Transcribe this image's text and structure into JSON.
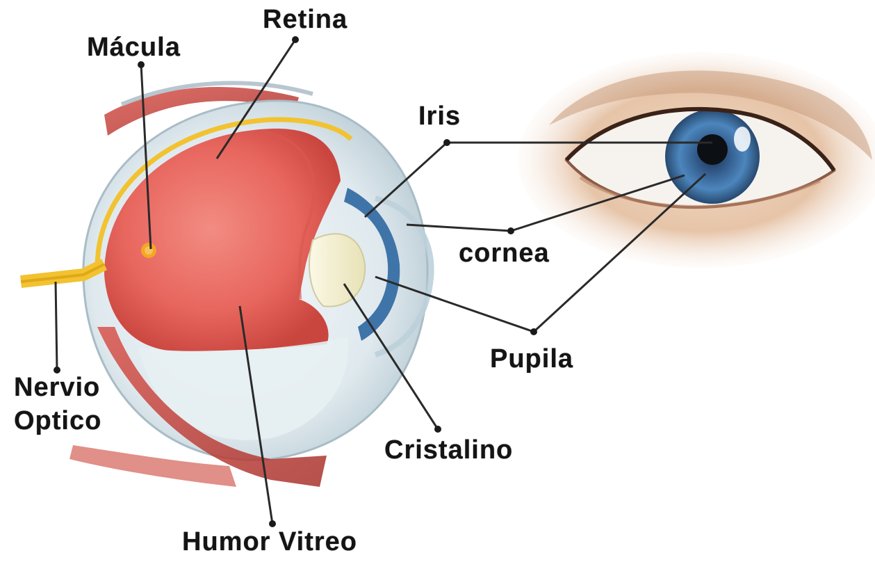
{
  "labels": {
    "retina": "Retina",
    "macula": "Mácula",
    "iris": "Iris",
    "cornea": "cornea",
    "pupila": "Pupila",
    "cristalino": "Cristalino",
    "nervio_optico_line1": "Nervio",
    "nervio_optico_line2": "Optico",
    "humor_vitreo": "Humor Vitreo"
  },
  "colors": {
    "retina_red": "#e8675f",
    "sclera": "#dfe9ee",
    "nerve_yellow": "#f2c230",
    "iris_blue": "#3f74a8",
    "skin": "#e6c4a8",
    "leader_line": "#2a2a2a",
    "label_text": "#141414"
  }
}
